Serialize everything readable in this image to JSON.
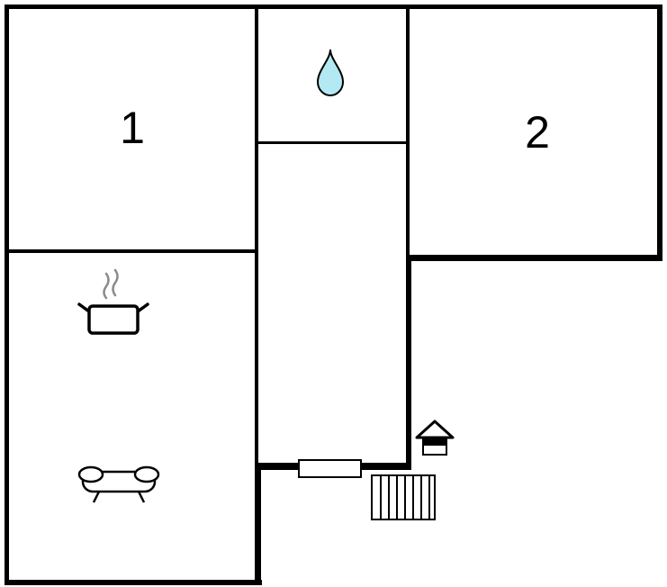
{
  "floorplan": {
    "type": "floor-plan",
    "room_labels": {
      "room1": "1",
      "room2": "2"
    },
    "icons": [
      "water-drop-icon",
      "cooking-pot-icon",
      "steam-icon",
      "sofa-icon",
      "well-icon",
      "stairs-icon",
      "entrance-door"
    ],
    "colors": {
      "wall": "#000000",
      "background": "#ffffff",
      "water_drop": "#b3e9f2",
      "steam": "#8c8c8c"
    }
  }
}
